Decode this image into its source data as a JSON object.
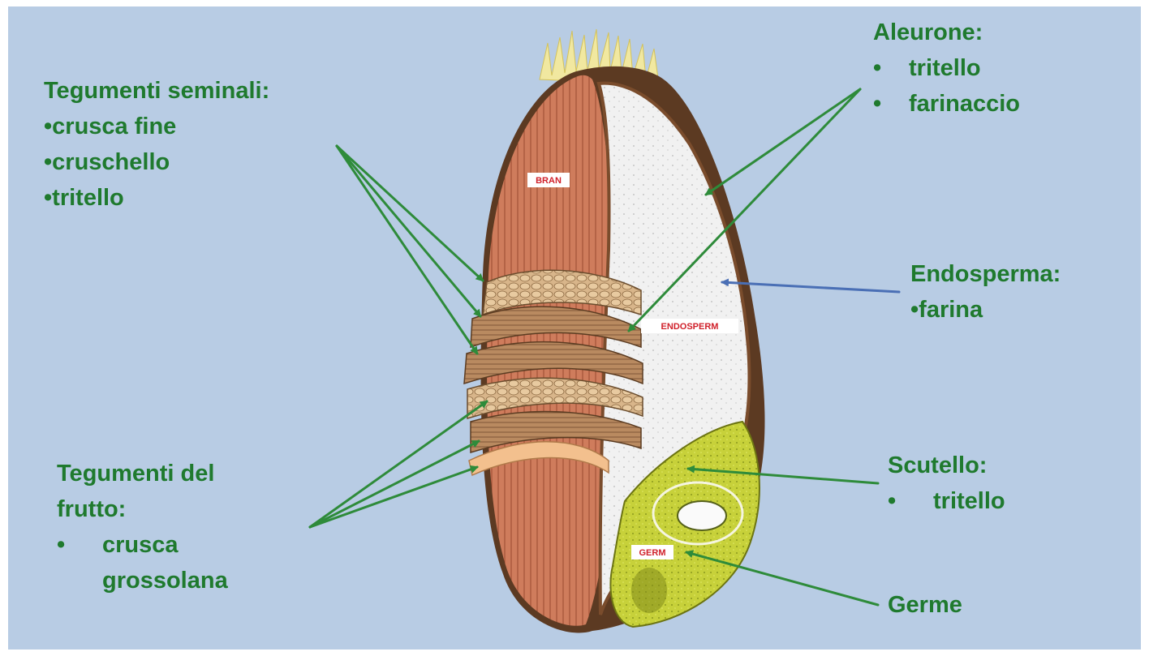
{
  "labels": {
    "tegumenti_seminali": {
      "title": "Tegumenti seminali:",
      "items": [
        "crusca fine",
        "cruschello",
        "tritello"
      ],
      "bullet": "•"
    },
    "aleurone": {
      "title": "Aleurone:",
      "items": [
        "tritello",
        "farinaccio"
      ],
      "bullet": "•"
    },
    "endosperma": {
      "title": "Endosperma:",
      "items": [
        "farina"
      ],
      "bullet": "•"
    },
    "tegumenti_frutto": {
      "title_line1": "Tegumenti del",
      "title_line2": "frutto:",
      "items": [
        "crusca",
        "grossolana"
      ],
      "bullet": "•"
    },
    "scutello": {
      "title": "Scutello:",
      "items": [
        "tritello"
      ],
      "bullet": "•"
    },
    "germe": {
      "title": "Germe"
    }
  },
  "tags": {
    "bran": "BRAN",
    "endosperm": "ENDOSPERM",
    "germ": "GERM"
  },
  "colors": {
    "background": "#b8cce4",
    "label_text": "#1f7a2e",
    "arrow_green": "#2e8b3a",
    "arrow_blue": "#4a6fb5",
    "tag_text": "#d0202a"
  }
}
